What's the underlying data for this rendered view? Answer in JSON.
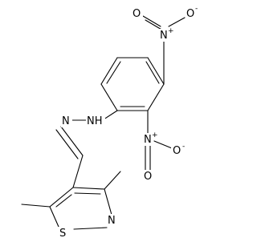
{
  "molecule": {
    "atoms": {
      "nitro_top_N": "N",
      "nitro_top_O_left": "O",
      "nitro_top_O_right": "O",
      "nitro_mid_N": "N",
      "nitro_mid_O_top": "O",
      "nitro_mid_O_right": "O",
      "hydrazone_NH": "NH",
      "hydrazone_N": "N",
      "ring_N": "N",
      "ring_S": "S"
    },
    "charges": {
      "plus": "+",
      "minus": "-"
    }
  },
  "colors": {
    "bond": "#000000",
    "background": "#ffffff"
  }
}
